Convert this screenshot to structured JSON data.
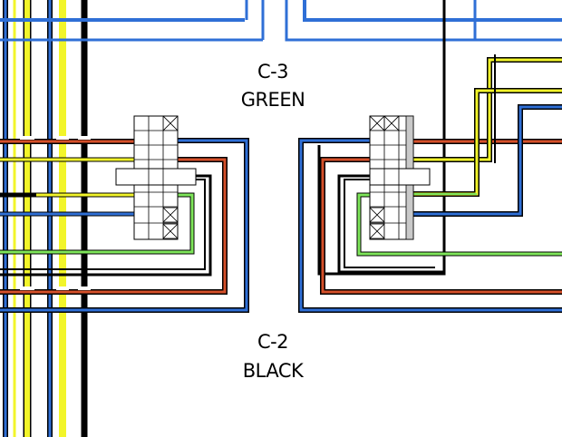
{
  "connectors": [
    {
      "id": "c3",
      "code": "C-3",
      "color_name": "GREEN"
    },
    {
      "id": "c2",
      "code": "C-2",
      "color_name": "BLACK"
    }
  ],
  "wire_colors": {
    "blue": "#2f6fd6",
    "yellow": "#f2f52a",
    "black": "#000000",
    "red": "#d5502a",
    "green": "#7ee65a",
    "connector_face": "#ffffff",
    "connector_side": "#c9c9c9"
  }
}
